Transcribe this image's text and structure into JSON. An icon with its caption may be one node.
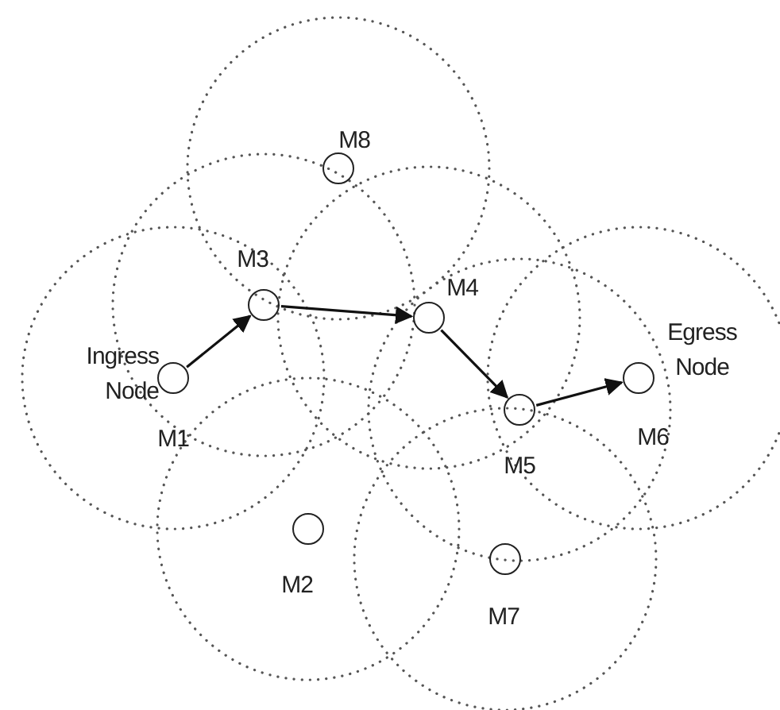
{
  "diagram": {
    "nodes": [
      {
        "text": [],
        "shape": "circle",
        "beside": [
          "M8"
        ]
      },
      {
        "text": [],
        "shape": "circle",
        "beside": [
          "M3"
        ]
      },
      {
        "text": [],
        "shape": "circle",
        "beside": [
          "M4"
        ]
      },
      {
        "text": [],
        "shape": "circle",
        "beside": [
          "Ingress Node",
          "M1"
        ]
      },
      {
        "text": [],
        "shape": "circle",
        "beside": [
          "Egress Node",
          "M6"
        ]
      },
      {
        "text": [],
        "shape": "circle",
        "beside": [
          "M5"
        ]
      },
      {
        "text": [],
        "shape": "circle",
        "beside": [
          "M2"
        ]
      },
      {
        "text": [],
        "shape": "circle",
        "beside": [
          "M7"
        ]
      }
    ],
    "edges": [
      {
        "from": 3,
        "to": 1,
        "arrow": "to"
      },
      {
        "from": 1,
        "to": 2,
        "arrow": "to"
      },
      {
        "from": 2,
        "to": 5,
        "arrow": "to"
      },
      {
        "from": 5,
        "to": 4,
        "arrow": "to"
      }
    ]
  }
}
